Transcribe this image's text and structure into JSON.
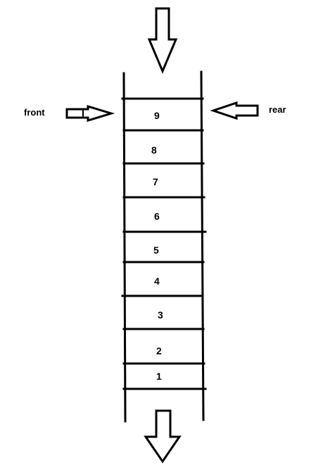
{
  "labels": {
    "front": "front",
    "rear": "rear"
  },
  "cells": [
    "9",
    "8",
    "7",
    "6",
    "5",
    "4",
    "3",
    "2",
    "1"
  ],
  "colors": {
    "stroke": "#000000",
    "background": "#ffffff"
  }
}
